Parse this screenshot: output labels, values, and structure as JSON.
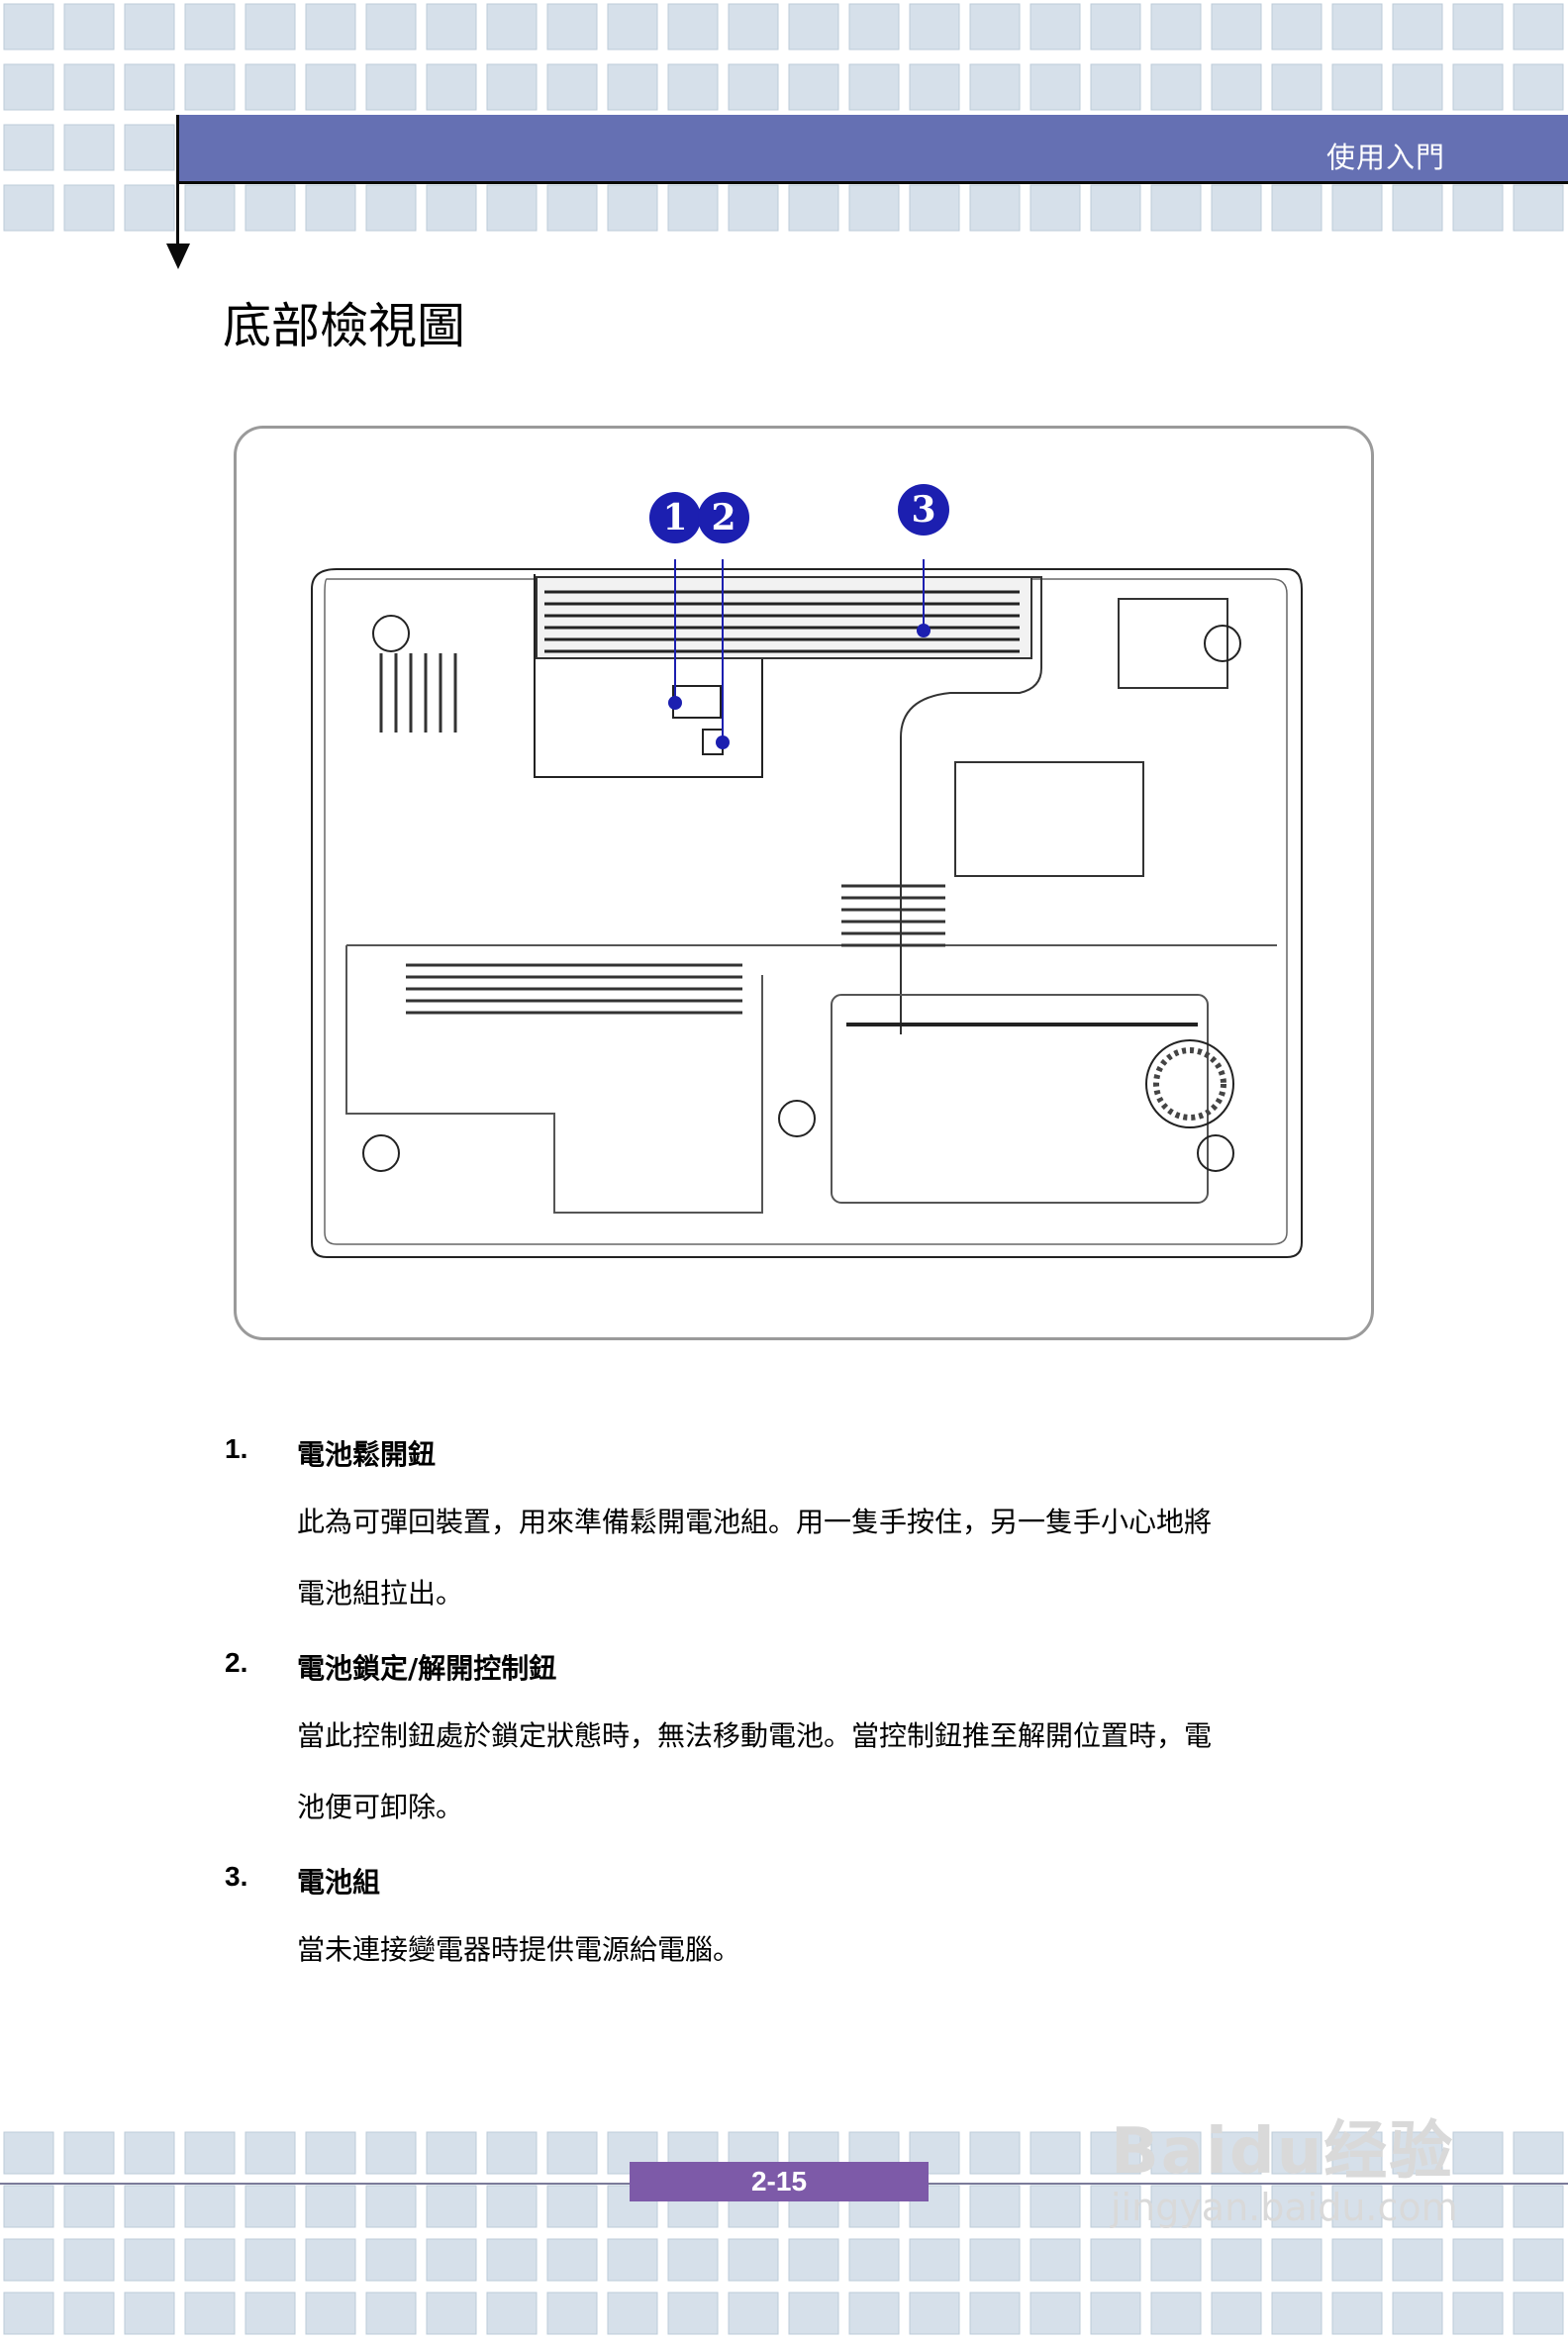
{
  "header": {
    "section_title": "使用入門"
  },
  "page_title": "底部檢視圖",
  "figure": {
    "callouts": [
      "1",
      "2",
      "3"
    ]
  },
  "items": [
    {
      "number": "1.",
      "title": "電池鬆開鈕",
      "desc_line1": "此為可彈回裝置，用來準備鬆開電池組。用一隻手按住，另一隻手小心地將",
      "desc_line2": "電池組拉出。"
    },
    {
      "number": "2.",
      "title": "電池鎖定/解開控制鈕",
      "desc_line1": "當此控制鈕處於鎖定狀態時，無法移動電池。當控制鈕推至解開位置時，電",
      "desc_line2": "池便可卸除。"
    },
    {
      "number": "3.",
      "title": "電池組",
      "desc_line1": "當未連接變電器時提供電源給電腦。"
    }
  ],
  "footer": {
    "page_number": "2-15"
  },
  "watermark": {
    "brand": "Baidu经验",
    "url": "jingyan.baidu.com"
  },
  "colors": {
    "header_bar": "#6570b3",
    "tile": "#d6e0ea",
    "callout": "#1c1fb0",
    "page_label": "#7d5aa8"
  }
}
